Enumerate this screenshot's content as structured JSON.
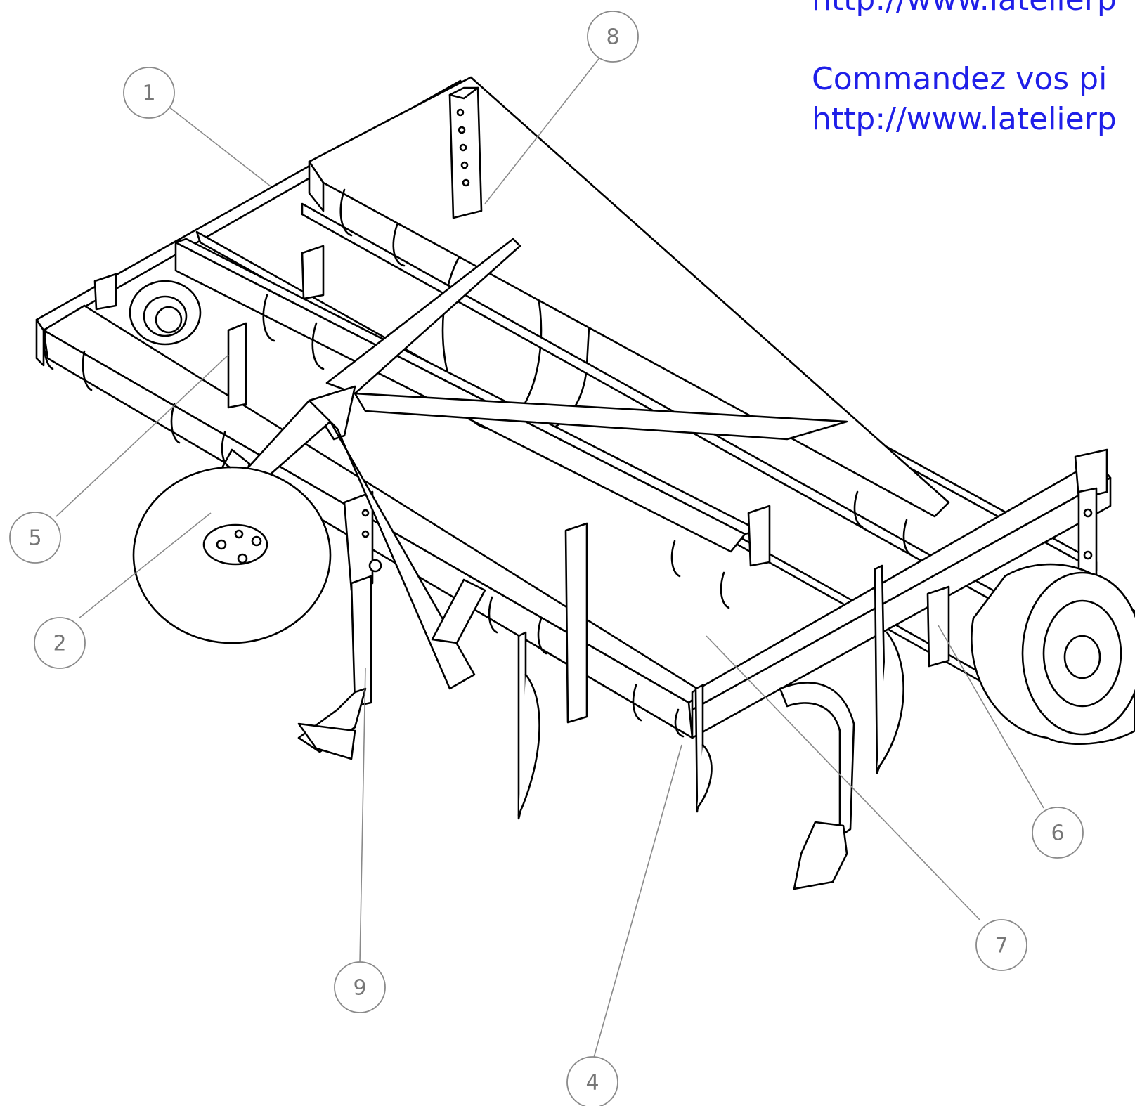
{
  "header": {
    "line_top": "http://www.latelierp",
    "line_mid": "Commandez vos pi",
    "line_bot": "http://www.latelierp"
  },
  "colors": {
    "link_blue": "#1f1fe8",
    "balloon_gray": "#8a8a8a",
    "line_black": "#000000"
  },
  "balloons": [
    {
      "label": "1"
    },
    {
      "label": "2"
    },
    {
      "label": "4"
    },
    {
      "label": "5"
    },
    {
      "label": "6"
    },
    {
      "label": "7"
    },
    {
      "label": "8"
    },
    {
      "label": "9"
    }
  ]
}
